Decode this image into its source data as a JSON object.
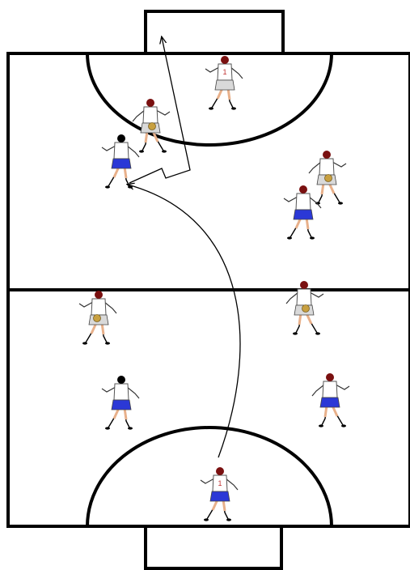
{
  "diagram": {
    "type": "handball-court-drill",
    "colors": {
      "background": "#ffffff",
      "lines": "#000000",
      "shirt": "#ffffff",
      "skin": "#e8b08a",
      "shorts_dark": "#2b38d6",
      "shorts_light": "#d9d9d9",
      "head_red": "#7a1010",
      "head_black": "#000000",
      "ball": "#c8a040"
    },
    "players": [
      {
        "id": "top-goalkeeper",
        "team": "attacker-keeper",
        "number": "1",
        "head": "red",
        "shorts": "light"
      },
      {
        "id": "top-defender-center",
        "team": "red",
        "head": "red",
        "shorts": "light",
        "ball": true
      },
      {
        "id": "blue-runner-left-top",
        "team": "blue",
        "head": "black",
        "shorts": "dark"
      },
      {
        "id": "right-defender-top",
        "team": "red",
        "head": "red",
        "shorts": "light",
        "ball": true
      },
      {
        "id": "blue-runner-right-top",
        "team": "blue",
        "head": "red",
        "shorts": "dark"
      },
      {
        "id": "left-mid-player",
        "team": "red",
        "head": "red",
        "shorts": "light",
        "ball": true
      },
      {
        "id": "right-mid-player",
        "team": "red",
        "head": "red",
        "shorts": "light",
        "ball": true
      },
      {
        "id": "blue-player-left-bottom",
        "team": "blue",
        "head": "black",
        "shorts": "dark"
      },
      {
        "id": "blue-player-right-bottom",
        "team": "blue",
        "head": "red",
        "shorts": "dark"
      },
      {
        "id": "bottom-goalkeeper",
        "team": "keeper",
        "number": "1",
        "head": "red",
        "shorts": "dark"
      }
    ],
    "arrows": [
      {
        "id": "long-pass",
        "from": "bottom-goalkeeper",
        "to": "blue-runner-left-top",
        "style": "curved"
      },
      {
        "id": "shot",
        "from": "blue-runner-left-top",
        "to": "top-goal",
        "style": "zigzag"
      }
    ]
  }
}
